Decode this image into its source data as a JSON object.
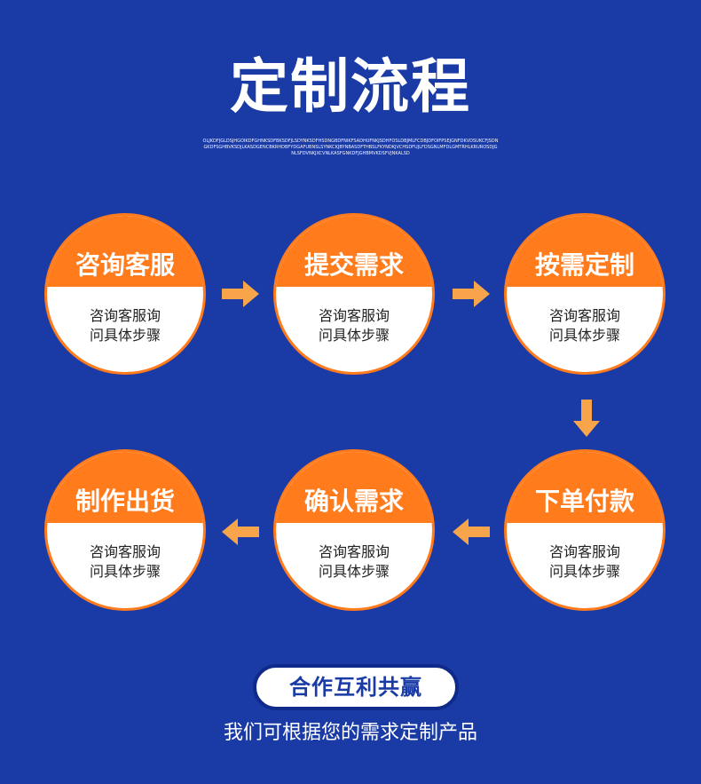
{
  "title": "定制流程",
  "subtitle": "OLJKDFJGLDSJHGOIKDFGHNKSDFBKSDFJLSDYNKSDFHSDNGBDFNIKFSADHUFNKJSDHFOSLDBJMLFCDBJDFOIFPSEJGNFDKVDSUKCFJSDNGKDFSGHBVKSDJLKASDGENCBKRHDBFYDGAFUBNSLSYNKCKJBYNBASDFTHBSLFKYNDKJVCHSDFUJLFDSGNLMFDLGMTRHLKRUROSDJGNLSFDVNKJXCVNLKASFGNKDFJGHBMVKDSFVJNKALSD",
  "steps": [
    {
      "title": "咨询客服",
      "line1": "咨询客服询",
      "line2": "问具体步骤"
    },
    {
      "title": "提交需求",
      "line1": "咨询客服询",
      "line2": "问具体步骤"
    },
    {
      "title": "按需定制",
      "line1": "咨询客服询",
      "line2": "问具体步骤"
    },
    {
      "title": "下单付款",
      "line1": "咨询客服询",
      "line2": "问具体步骤"
    },
    {
      "title": "确认需求",
      "line1": "咨询客服询",
      "line2": "问具体步骤"
    },
    {
      "title": "制作出货",
      "line1": "咨询客服询",
      "line2": "问具体步骤"
    }
  ],
  "pill_label": "合作互利共赢",
  "tagline": "我们可根据您的需求定制产品",
  "colors": {
    "background": "#1a3ba6",
    "accent": "#ff7b1c",
    "arrow": "#f7a44a",
    "white": "#ffffff"
  }
}
